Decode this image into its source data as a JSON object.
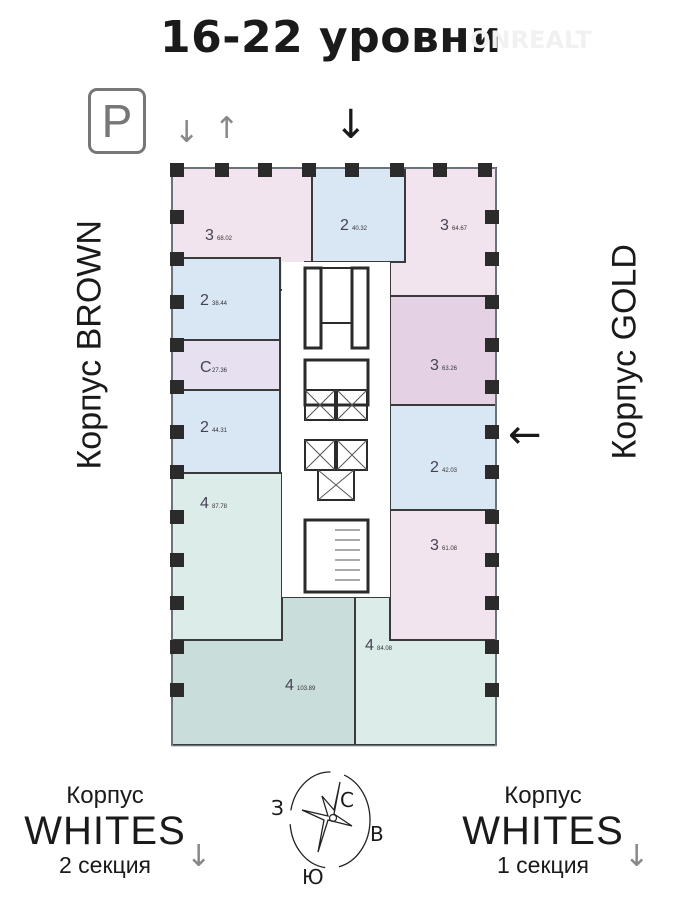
{
  "header": {
    "title": "16-22 уровни",
    "watermark": "ONREALT"
  },
  "parking": {
    "label": "P",
    "icon": "parking-icon"
  },
  "entrances": {
    "parking_down": "↓",
    "parking_up": "↑",
    "main_top": "↓",
    "main_right": "←"
  },
  "buildings": {
    "brown": "Корпус BROWN",
    "gold": "Корпус GOLD",
    "whites_2": {
      "korpus": "Корпус",
      "name": "WHITES",
      "section": "2 секция",
      "arrow": "↓"
    },
    "whites_1": {
      "korpus": "Корпус",
      "name": "WHITES",
      "section": "1 секция",
      "arrow": "↓"
    }
  },
  "compass": {
    "north": "С",
    "east": "В",
    "south": "Ю",
    "west": "З"
  },
  "apartments": [
    {
      "rooms": "3",
      "area": "68.02",
      "color": "#f1e4ef"
    },
    {
      "rooms": "2",
      "area": "40.32",
      "color": "#d9e6f4"
    },
    {
      "rooms": "3",
      "area": "64.67",
      "color": "#f1e4ef"
    },
    {
      "rooms": "2",
      "area": "38.44",
      "color": "#d9e6f4"
    },
    {
      "rooms": "С",
      "area": "27.36",
      "color": "#e6e0f1"
    },
    {
      "rooms": "2",
      "area": "44.31",
      "color": "#d9e6f4"
    },
    {
      "rooms": "3",
      "area": "63.26",
      "color": "#e4d2e4"
    },
    {
      "rooms": "2",
      "area": "42.03",
      "color": "#d9e6f4"
    },
    {
      "rooms": "3",
      "area": "61.08",
      "color": "#f1e4ef"
    },
    {
      "rooms": "4",
      "area": "87.78",
      "color": "#dcece9"
    },
    {
      "rooms": "4",
      "area": "103.89",
      "color": "#c9ddda"
    },
    {
      "rooms": "4",
      "area": "84.08",
      "color": "#dcece9"
    }
  ],
  "colors": {
    "wall": "#2b2b2b",
    "core": "#ffffff"
  }
}
